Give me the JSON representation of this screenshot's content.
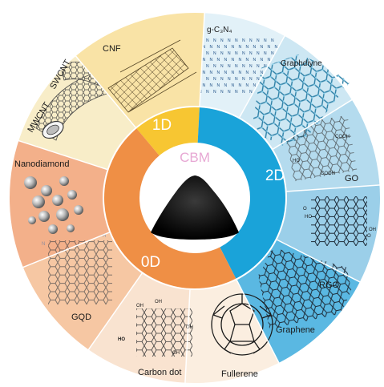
{
  "center": {
    "title": "CBM"
  },
  "dimensions": [
    {
      "id": "1d",
      "label": "1D",
      "color": "#f7c632"
    },
    {
      "id": "2d",
      "label": "2D",
      "color": "#1aa3d9"
    },
    {
      "id": "0d",
      "label": "0D",
      "color": "#ef8f45"
    }
  ],
  "segments": [
    {
      "id": "cnf",
      "label": "CNF",
      "color": "#f9e3a6"
    },
    {
      "id": "g-c3n4",
      "label": "g-C₃N₄",
      "color": "#e2f1f8"
    },
    {
      "id": "graphdiyne",
      "label": "Graphdiyne",
      "color": "#cde7f3"
    },
    {
      "id": "go",
      "label": "GO",
      "color": "#b4dbee"
    },
    {
      "id": "rgo",
      "label": "RGO",
      "color": "#9bcfe9"
    },
    {
      "id": "graphene",
      "label": "Graphene",
      "color": "#5ab8e2"
    },
    {
      "id": "fullerene",
      "label": "Fullerene",
      "color": "#fbeee0"
    },
    {
      "id": "carbon-dot",
      "label": "Carbon dot",
      "color": "#f9e3d0"
    },
    {
      "id": "gqd",
      "label": "GQD",
      "color": "#f6c7a3"
    },
    {
      "id": "nanodiamond",
      "label": "Nanodiamond",
      "color": "#f3b08a"
    },
    {
      "id": "mwcnt",
      "label": "MWCNT",
      "color": "#f8edc8"
    },
    {
      "id": "swcnt",
      "label": "SWCNT",
      "color": "#f8edc8"
    }
  ],
  "structure_labels": {
    "oh_1": "OH",
    "oh_2": "OH",
    "oh_3": "OH",
    "oh_4": "OH",
    "ho_1": "HO",
    "go_ho_1": "HO",
    "go_ho_2": "HO",
    "go_cooh_1": "COOH",
    "go_cooh_2": "COOH",
    "rgo_o_1": "O",
    "rgo_o_2": "O",
    "rgo_ho": "HO",
    "rgo_oh": "OH",
    "n": "N",
    "nh": "H"
  }
}
